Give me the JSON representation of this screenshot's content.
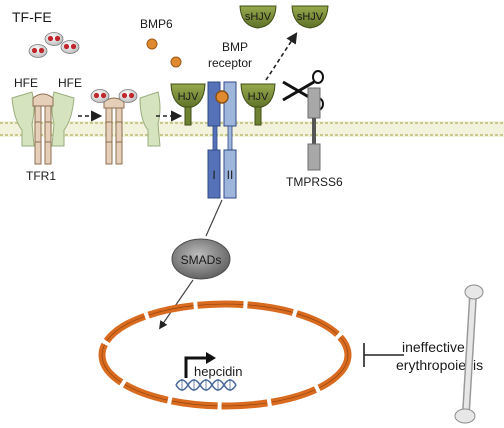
{
  "labels": {
    "tf_fe": "TF-FE",
    "hfe_left": "HFE",
    "hfe_right": "HFE",
    "tfr1": "TFR1",
    "bmp6": "BMP6",
    "bmp_receptor_line1": "BMP",
    "bmp_receptor_line2": "receptor",
    "hjv_left": "HJV",
    "hjv_right": "HJV",
    "shjv_left": "sHJV",
    "shjv_right": "sHJV",
    "receptor_type_1": "I",
    "receptor_type_2": "II",
    "tmprss6": "TMPRSS6",
    "smads": "SMADs",
    "hepcidin": "hepcidin",
    "ineffective_line1": "ineffective",
    "ineffective_line2": "erythropoiesis"
  },
  "colors": {
    "membrane": "#c9c98e",
    "hjv_fill": "#7a8d3a",
    "hjv_stroke": "#3f4d16",
    "receptor_dark": "#5572b8",
    "receptor_light": "#9fb6dc",
    "tfr1_fill": "#e6cfb8",
    "tfr1_stroke": "#8c6f52",
    "hfe_fill": "#d6e3bf",
    "ferric_red": "#c0272d",
    "bmp6": "#e08a2f",
    "nucleus": "#d86b1f",
    "smads_fill": "#777777",
    "tmprss6": "#a8a8a8"
  },
  "icons": [
    "scissors-icon",
    "bone-icon",
    "dna-helix-icon",
    "transcription-arrow-icon",
    "inhibition-bar-icon"
  ]
}
